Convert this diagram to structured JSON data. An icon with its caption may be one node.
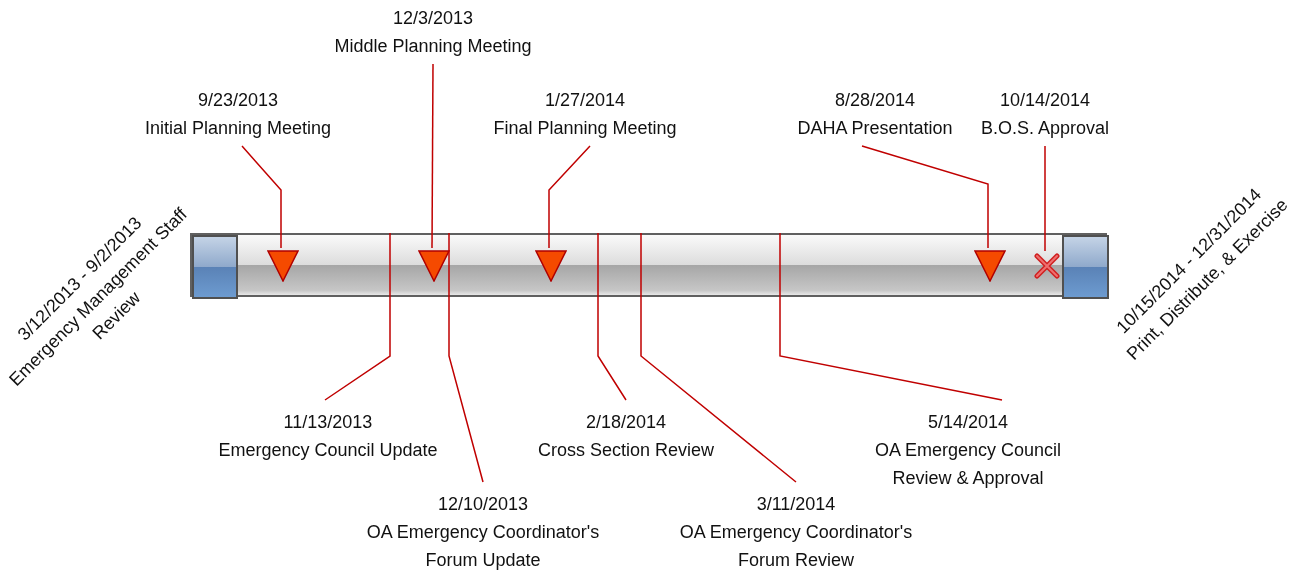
{
  "diagram": {
    "nodes": [
      {
        "text": [],
        "shape": "bar"
      },
      {
        "text": [],
        "shape": "box",
        "in": 0,
        "beside": [
          "3/12/2013 - 9/2/2013",
          "Emergency Management Staff Review"
        ]
      },
      {
        "text": [],
        "shape": "box",
        "in": 0,
        "beside": [
          "10/15/2014 - 12/31/2014",
          "Print, Distribute, & Exercise"
        ]
      },
      {
        "text": [],
        "shape": "triangle",
        "in": 0
      },
      {
        "text": [],
        "shape": "triangle",
        "in": 0
      },
      {
        "text": [],
        "shape": "triangle",
        "in": 0
      },
      {
        "text": [],
        "shape": "triangle",
        "in": 0
      },
      {
        "text": [],
        "shape": "cross",
        "in": 0
      },
      {
        "text": [
          "9/23/2013",
          "Initial Planning Meeting"
        ]
      },
      {
        "text": [
          "12/3/2013",
          "Middle Planning Meeting"
        ]
      },
      {
        "text": [
          "1/27/2014",
          "Final Planning Meeting"
        ]
      },
      {
        "text": [
          "8/28/2014",
          "DAHA Presentation"
        ]
      },
      {
        "text": [
          "10/14/2014",
          "B.O.S. Approval"
        ]
      },
      {
        "text": [
          "11/13/2013",
          "Emergency Council Update"
        ]
      },
      {
        "text": [
          "12/10/2013",
          "OA Emergency Coordinator's Forum Update"
        ]
      },
      {
        "text": [
          "2/18/2014",
          "Cross Section Review"
        ]
      },
      {
        "text": [
          "3/11/2014",
          "OA Emergency Coordinator's Forum Review"
        ]
      },
      {
        "text": [
          "5/14/2014",
          "OA Emergency Council Review & Approval"
        ]
      }
    ],
    "edges": [
      {
        "from": 8,
        "to": 3,
        "arrow": "none"
      },
      {
        "from": 9,
        "to": 4,
        "arrow": "none"
      },
      {
        "from": 10,
        "to": 5,
        "arrow": "none"
      },
      {
        "from": 11,
        "to": 6,
        "arrow": "none"
      },
      {
        "from": 12,
        "to": 7,
        "arrow": "none"
      },
      {
        "from": 13,
        "to": 0,
        "arrow": "none"
      },
      {
        "from": 14,
        "to": 0,
        "arrow": "none"
      },
      {
        "from": 15,
        "to": 0,
        "arrow": "none"
      },
      {
        "from": 16,
        "to": 0,
        "arrow": "none"
      },
      {
        "from": 17,
        "to": 0,
        "arrow": "none"
      }
    ]
  }
}
